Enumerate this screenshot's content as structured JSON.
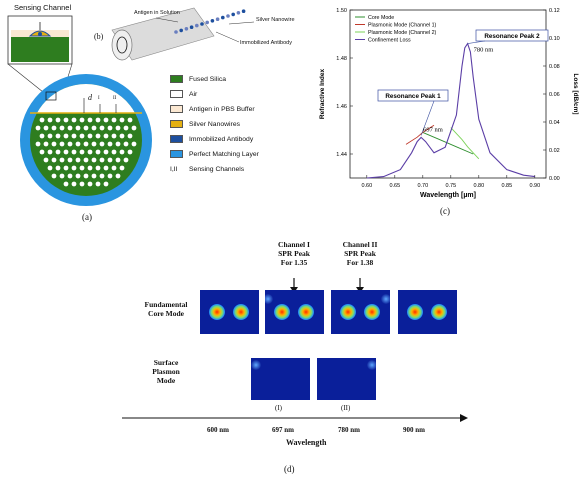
{
  "panel_a": {
    "sensing_channel_label": "Sensing Channel",
    "d_label": "d",
    "channel_i": "I",
    "channel_ii": "II",
    "caption": "(a)"
  },
  "panel_b": {
    "antigen_label": "Antigen in Solution",
    "nanowire_label": "Silver Nanowire",
    "antibody_label": "Immobilized Antibody",
    "caption": "(b)"
  },
  "legend": [
    {
      "label": "Fused Silica",
      "color": "#2e7d1f"
    },
    {
      "label": "Air",
      "color": "#ffffff"
    },
    {
      "label": "Antigen in PBS Buffer",
      "color": "#fbe8d2"
    },
    {
      "label": "Silver Nanowires",
      "color": "#e4b012"
    },
    {
      "label": "Immobilized Antibody",
      "color": "#1d4f9e"
    },
    {
      "label": "Perfect Matching Layer",
      "color": "#2a95e0"
    },
    {
      "label": "Sensing Channels",
      "color": "",
      "prefix": "I,II"
    }
  ],
  "panel_c": {
    "caption": "(c)",
    "annotation_peak1": "Resonance Peak 1",
    "annotation_peak2": "Resonance Peak 2",
    "peak1_value": "697 nm",
    "peak2_value": "780 nm"
  },
  "chart_data": {
    "type": "line",
    "xlabel": "Wavelength [µm]",
    "ylabel": "Refractive Index",
    "y2label": "Loss [dB/cm]",
    "xlim": [
      0.57,
      0.92
    ],
    "ylim": [
      1.43,
      1.5
    ],
    "y2lim": [
      0,
      0.12
    ],
    "x_ticks": [
      "0.60",
      "0.65",
      "0.70",
      "0.75",
      "0.80",
      "0.85",
      "0.90"
    ],
    "y_ticks": [
      "1.44",
      "1.46",
      "1.48",
      "1.50"
    ],
    "y2_ticks": [
      "0.00",
      "0.02",
      "0.04",
      "0.06",
      "0.08",
      "0.10",
      "0.12"
    ],
    "legend_position": "top-left",
    "series": [
      {
        "name": "Core Mode",
        "color": "#2f8f2f",
        "axis": "left",
        "x": [
          0.7,
          0.73,
          0.76,
          0.79
        ],
        "y": [
          1.449,
          1.446,
          1.443,
          1.44
        ]
      },
      {
        "name": "Plasmonic Mode (Channel 1)",
        "color": "#c0392b",
        "axis": "left",
        "x": [
          0.67,
          0.69,
          0.7,
          0.72
        ],
        "y": [
          1.444,
          1.447,
          1.449,
          1.452
        ]
      },
      {
        "name": "Plasmonic Mode (Channel 2)",
        "color": "#7dd35a",
        "axis": "left",
        "x": [
          0.75,
          0.77,
          0.78,
          0.8
        ],
        "y": [
          1.451,
          1.446,
          1.443,
          1.438
        ]
      },
      {
        "name": "Confinement Loss",
        "color": "#5b3ea6",
        "axis": "right",
        "x": [
          0.6,
          0.63,
          0.66,
          0.68,
          0.69,
          0.697,
          0.705,
          0.72,
          0.74,
          0.76,
          0.77,
          0.775,
          0.78,
          0.785,
          0.79,
          0.8,
          0.82,
          0.85,
          0.88,
          0.9
        ],
        "y": [
          0.0,
          0.001,
          0.006,
          0.018,
          0.026,
          0.029,
          0.026,
          0.018,
          0.022,
          0.045,
          0.08,
          0.093,
          0.096,
          0.09,
          0.072,
          0.042,
          0.018,
          0.006,
          0.002,
          0.001
        ]
      }
    ],
    "annotations": [
      {
        "text": "697 nm",
        "x": 0.697
      },
      {
        "text": "780 nm",
        "x": 0.78
      }
    ]
  },
  "panel_d": {
    "caption": "(d)",
    "channel1_title": [
      "Channel I",
      "SPR Peak",
      "For 1.35"
    ],
    "channel2_title": [
      "Channel II",
      "SPR Peak",
      "For 1.38"
    ],
    "row1_label": [
      "Fundamental",
      "Core Mode"
    ],
    "row2_label": [
      "Surface",
      "Plasmon",
      "Mode"
    ],
    "sub_i": "(I)",
    "sub_ii": "(II)",
    "wavelengths": [
      "600 nm",
      "697 nm",
      "780 nm",
      "900 nm"
    ],
    "axis_label": "Wavelength"
  }
}
